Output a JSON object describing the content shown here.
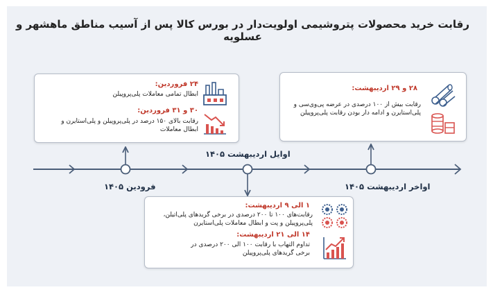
{
  "title": "رقابت خرید محصولات پتروشیمی اولویت‌دار در بورس کالا پس از آسیب مناطق ماهشهر و عسلویه",
  "timeline": {
    "labels": {
      "left": "فرودین ۱۴۰۵",
      "center": "اوایل اردیبهشت ۱۴۰۵",
      "right": "اواخر اردیبهشت ۱۴۰۵"
    }
  },
  "cards": {
    "farvardin": {
      "date1": "۲۴ فروردین:",
      "text1": "ابطال تمامی معاملات پلی‌پروپیلن",
      "date2": "۳۰ و ۳۱ فروردین:",
      "text2": "رقابت بالای ۱۵۰ درصد در پلی‌پروپیلن و پلی‌استایرن و ابطال معاملات"
    },
    "early_ordibehesht": {
      "date1": "۱ الی ۹ اردیبهشت:",
      "text1": "رقابت‌های ۱۰۰ تا ۲۰۰ درصدی در برخی گریدهای پلی‌اتیلن، پلی‌پروپیلن و پت و ابطال معاملات پلی‌استایرن",
      "date2": "۱۴ الی ۲۱ اردیبهشت:",
      "text2": "تداوم التهاب با رقابت ۱۰۰ الی ۲۰۰ درصدی در برخی گریدهای پلی‌پروپیلن"
    },
    "late_ordibehesht": {
      "date1": "۲۸ و ۲۹ اردیبهشت:",
      "text1": "رقابت بیش از ۱۰۰ درصدی در عرضه پی‌وی‌سی و پلی‌استایرن و ادامه دار بودن رقابت پلی‌پروپیلن"
    }
  },
  "colors": {
    "background": "#eef1f6",
    "axis": "#4a5d78",
    "date_red": "#c0392b",
    "icon_blue": "#3d5f8e",
    "icon_red": "#d9534f"
  }
}
